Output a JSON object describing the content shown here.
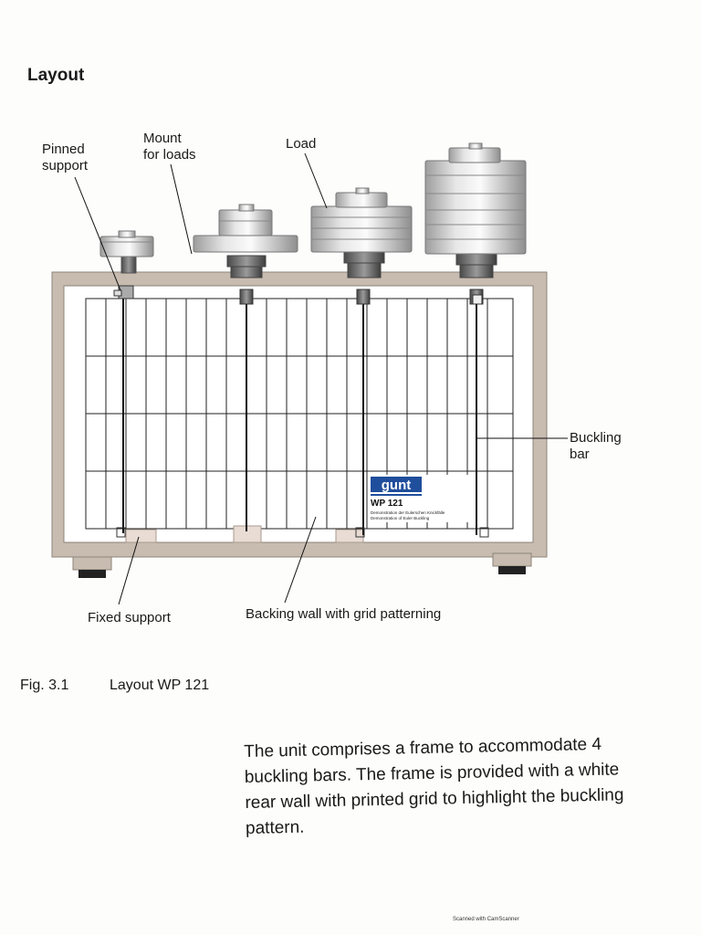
{
  "page": {
    "heading": "Layout",
    "figure": {
      "label": "Fig. 3.1",
      "title": "Layout WP 121",
      "callouts": {
        "pinned_support": [
          "Pinned",
          "support"
        ],
        "mount_for_loads": [
          "Mount",
          "for loads"
        ],
        "load": "Load",
        "buckling_bar": [
          "Buckling",
          "bar"
        ],
        "fixed_support": "Fixed support",
        "backing_wall": "Backing wall with grid patterning"
      },
      "nameplate": {
        "logo": "gunt",
        "model": "WP 121",
        "line1": "Demonstration der Eulerschen Knickfälle",
        "line2": "Demonstration of Euler Buckling"
      }
    },
    "paragraph": "The unit comprises a frame to accommodate 4 buckling bars. The frame is provided with a white rear wall with printed grid to highlight the buckling pattern.",
    "scan_note": "Scanned with CamScanner"
  }
}
